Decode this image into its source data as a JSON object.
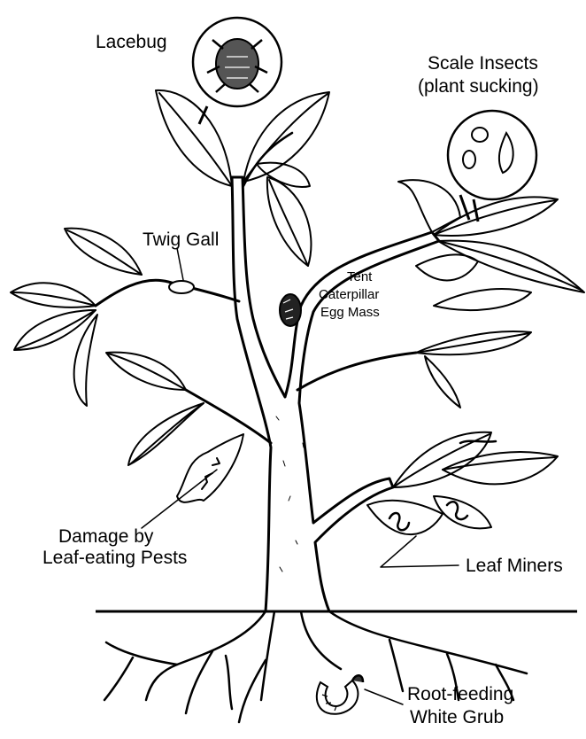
{
  "diagram": {
    "labels": {
      "lacebug": "Lacebug",
      "scale_line1": "Scale Insects",
      "scale_line2": "(plant sucking)",
      "twig_gall": "Twig Gall",
      "tent_line1": "Tent",
      "tent_line2": "Caterpillar",
      "tent_line3": "Egg Mass",
      "damage_line1": "Damage by",
      "damage_line2": "Leaf-eating Pests",
      "leaf_miners": "Leaf Miners",
      "grub_line1": "Root-feeding",
      "grub_line2": "White Grub"
    }
  }
}
